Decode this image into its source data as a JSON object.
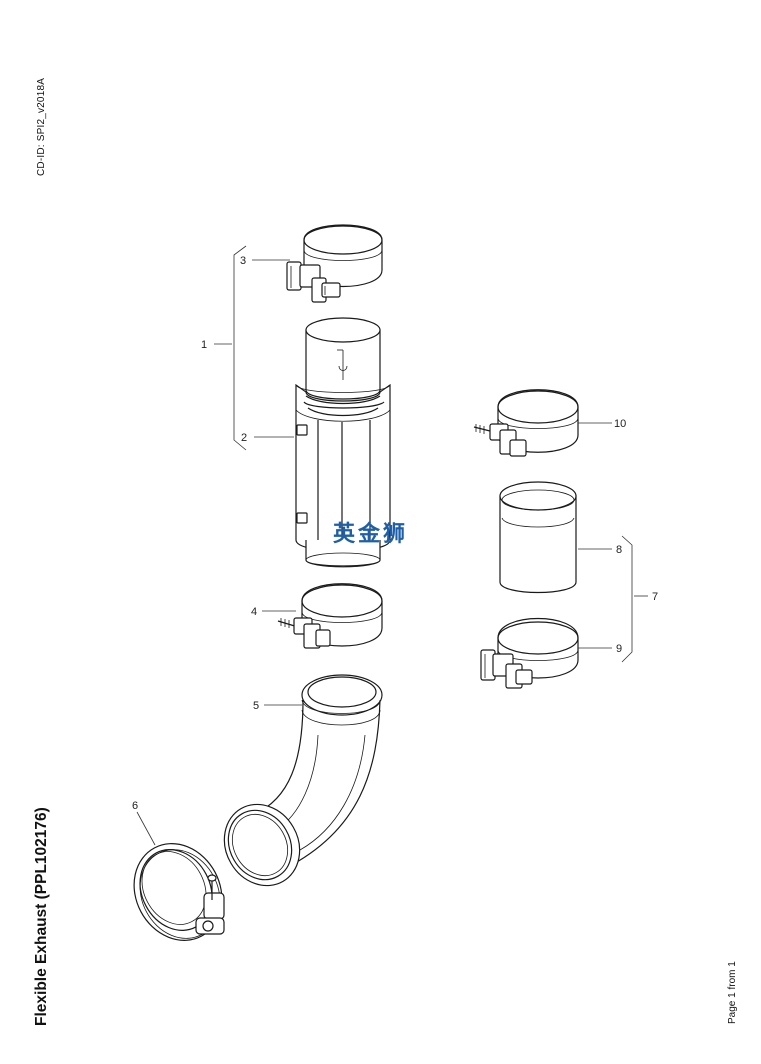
{
  "header": {
    "cd_id": "CD-ID: SPI2_v2018A"
  },
  "footer": {
    "title": "Flexible Exhaust (PPL102176)",
    "page": "Page 1 from 1"
  },
  "watermark": {
    "text": "英金狮",
    "color": "#1e5fa8"
  },
  "callouts": [
    "1",
    "2",
    "3",
    "4",
    "5",
    "6",
    "7",
    "8",
    "9",
    "10"
  ]
}
